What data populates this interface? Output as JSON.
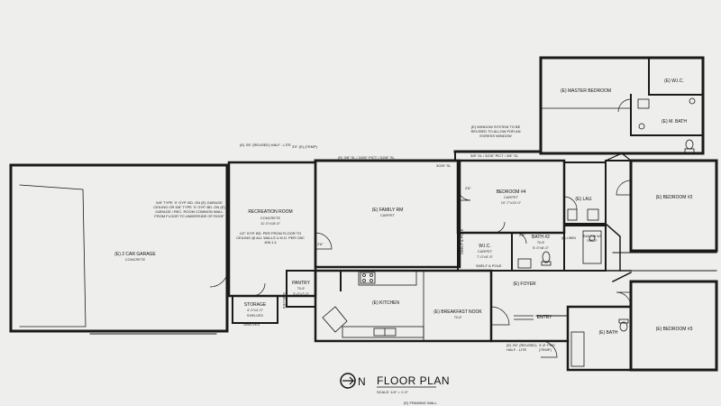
{
  "title": {
    "text": "FLOOR PLAN",
    "scale": "SCALE: 1/4\" = 1'-0\"",
    "north_mark": "N"
  },
  "rooms": {
    "garage": {
      "name": "(E) 2 CAR GARAGE",
      "finish": "CONCRETE"
    },
    "recreation": {
      "name": "RECREATION ROOM",
      "finish": "CONCRETE",
      "size": "11'-0\"x18'-6\""
    },
    "family": {
      "name": "(E) FAMILY RM",
      "finish": "CARPET"
    },
    "bedroom4": {
      "name": "BEDROOM #4",
      "finish": "CARPET",
      "size": "10'-7\"x13'-0\""
    },
    "wic": {
      "name": "W.I.C.",
      "finish": "CARPET",
      "size": "7'-0\"x5'-9\""
    },
    "bath2": {
      "name": "BATH #2",
      "finish": "TILE",
      "size": "5'-0\"x8'-0\""
    },
    "laundry": {
      "name": "(E) LAU."
    },
    "bedroom2": {
      "name": "(E) BEDROOM #2"
    },
    "bedroom3": {
      "name": "(E) BEDROOM #3"
    },
    "master": {
      "name": "(E) MASTER BEDROOM"
    },
    "mwic": {
      "name": "(E) W.I.C."
    },
    "mbath": {
      "name": "(E) M. BATH"
    },
    "kitchen": {
      "name": "(E) KITCHEN"
    },
    "breakfast": {
      "name": "(E) BREAKFAST NOOK",
      "finish": "TILE"
    },
    "foyer": {
      "name": "(E) FOYER"
    },
    "entry": {
      "name": "ENTRY"
    },
    "bath": {
      "name": "(E) BATH"
    },
    "pantry": {
      "name": "PANTRY",
      "finish": "TILE",
      "size": "3'-0\"x7'-0\""
    },
    "storage": {
      "name": "STORAGE",
      "size": "4'-0\"x4'-0\"",
      "note": "SHELVES"
    }
  },
  "notes": {
    "garage_wall": "5/8\" TYPE 'X' GYP. BD. ON (E) GARAGE CEILING OR 5/8\" TYPE 'X' GYP. BD. ON (E) GARAGE / REC. ROOM COMMON WALL FROM FLOOR TO UNDERSIDE OF ROOF",
    "rec_wall": "1/2\" GYP. BD. PER FROM FLOOR TO CEILING @ ALL WALLS U.N.O. PER CBC 406.1.4",
    "window_note": "(E) WINDOW SYSTEM TO BE REVISED TO ALLOW FOR AN EGRESS WINDOW",
    "half_lite_top": "(E) 3'6\" (REUSED) HALF - LITE",
    "half_lite_entry": "(E) 3'6\" (REUSED) HALF - LITE",
    "door_note": "3'0\" (E) (TEMP)",
    "header_top": "(E) 3/8\" SL / 2/2/6\" PICT / 3/2/6\" SL",
    "header_right": "3/8\" SL / 3/2/6\" PICT / 3/8\" SL",
    "window_rm": "3/2/6\" SL",
    "entry_door": "3'-8\" PNG (TEMP)",
    "shelf_pole": "SHELF & POLE",
    "shelf_pole2": "SHELF & POLE",
    "shelves": "SHELVES",
    "shelves2": "SHELVES",
    "built_in": "BUILT-IN W/ SHELF",
    "dim_2_6": "2'6\"",
    "dim_2_6b": "2'6\"",
    "dim_2_6c": "2'6\"",
    "closet": "(E) LINEN",
    "bottom_label": "(E) FRAMING WALL"
  },
  "colors": {
    "ink": "#1a1a1a",
    "paper": "#eeeeec"
  },
  "icons": [
    "north-arrow-icon",
    "door-swing-icon",
    "toilet-icon",
    "tub-icon",
    "sink-icon",
    "range-icon"
  ]
}
